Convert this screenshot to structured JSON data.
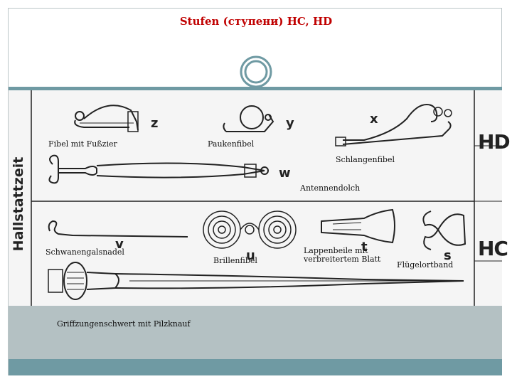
{
  "slide": {
    "title": "Stufen (ступени) HC, HD"
  },
  "plate": {
    "side_label": "Hallstattzeit",
    "phases": [
      "HD",
      "HC"
    ],
    "letters": [
      "z",
      "y",
      "x",
      "w",
      "v",
      "u",
      "t",
      "s"
    ],
    "captions": [
      "Fibel mit Fußzier",
      "Paukenfibel",
      "Schlangenfibel",
      "Antennendolch",
      "Schwanengalsnadel",
      "Brillenfibel",
      "Lappenbeile mit\nverbreitertem Blatt",
      "Flügelortband",
      "Griffzungenschwert mit Pilzknauf"
    ]
  },
  "colors": {
    "title": "#c00000",
    "bar": "#6f9aa3",
    "band": "#b4c1c3"
  }
}
